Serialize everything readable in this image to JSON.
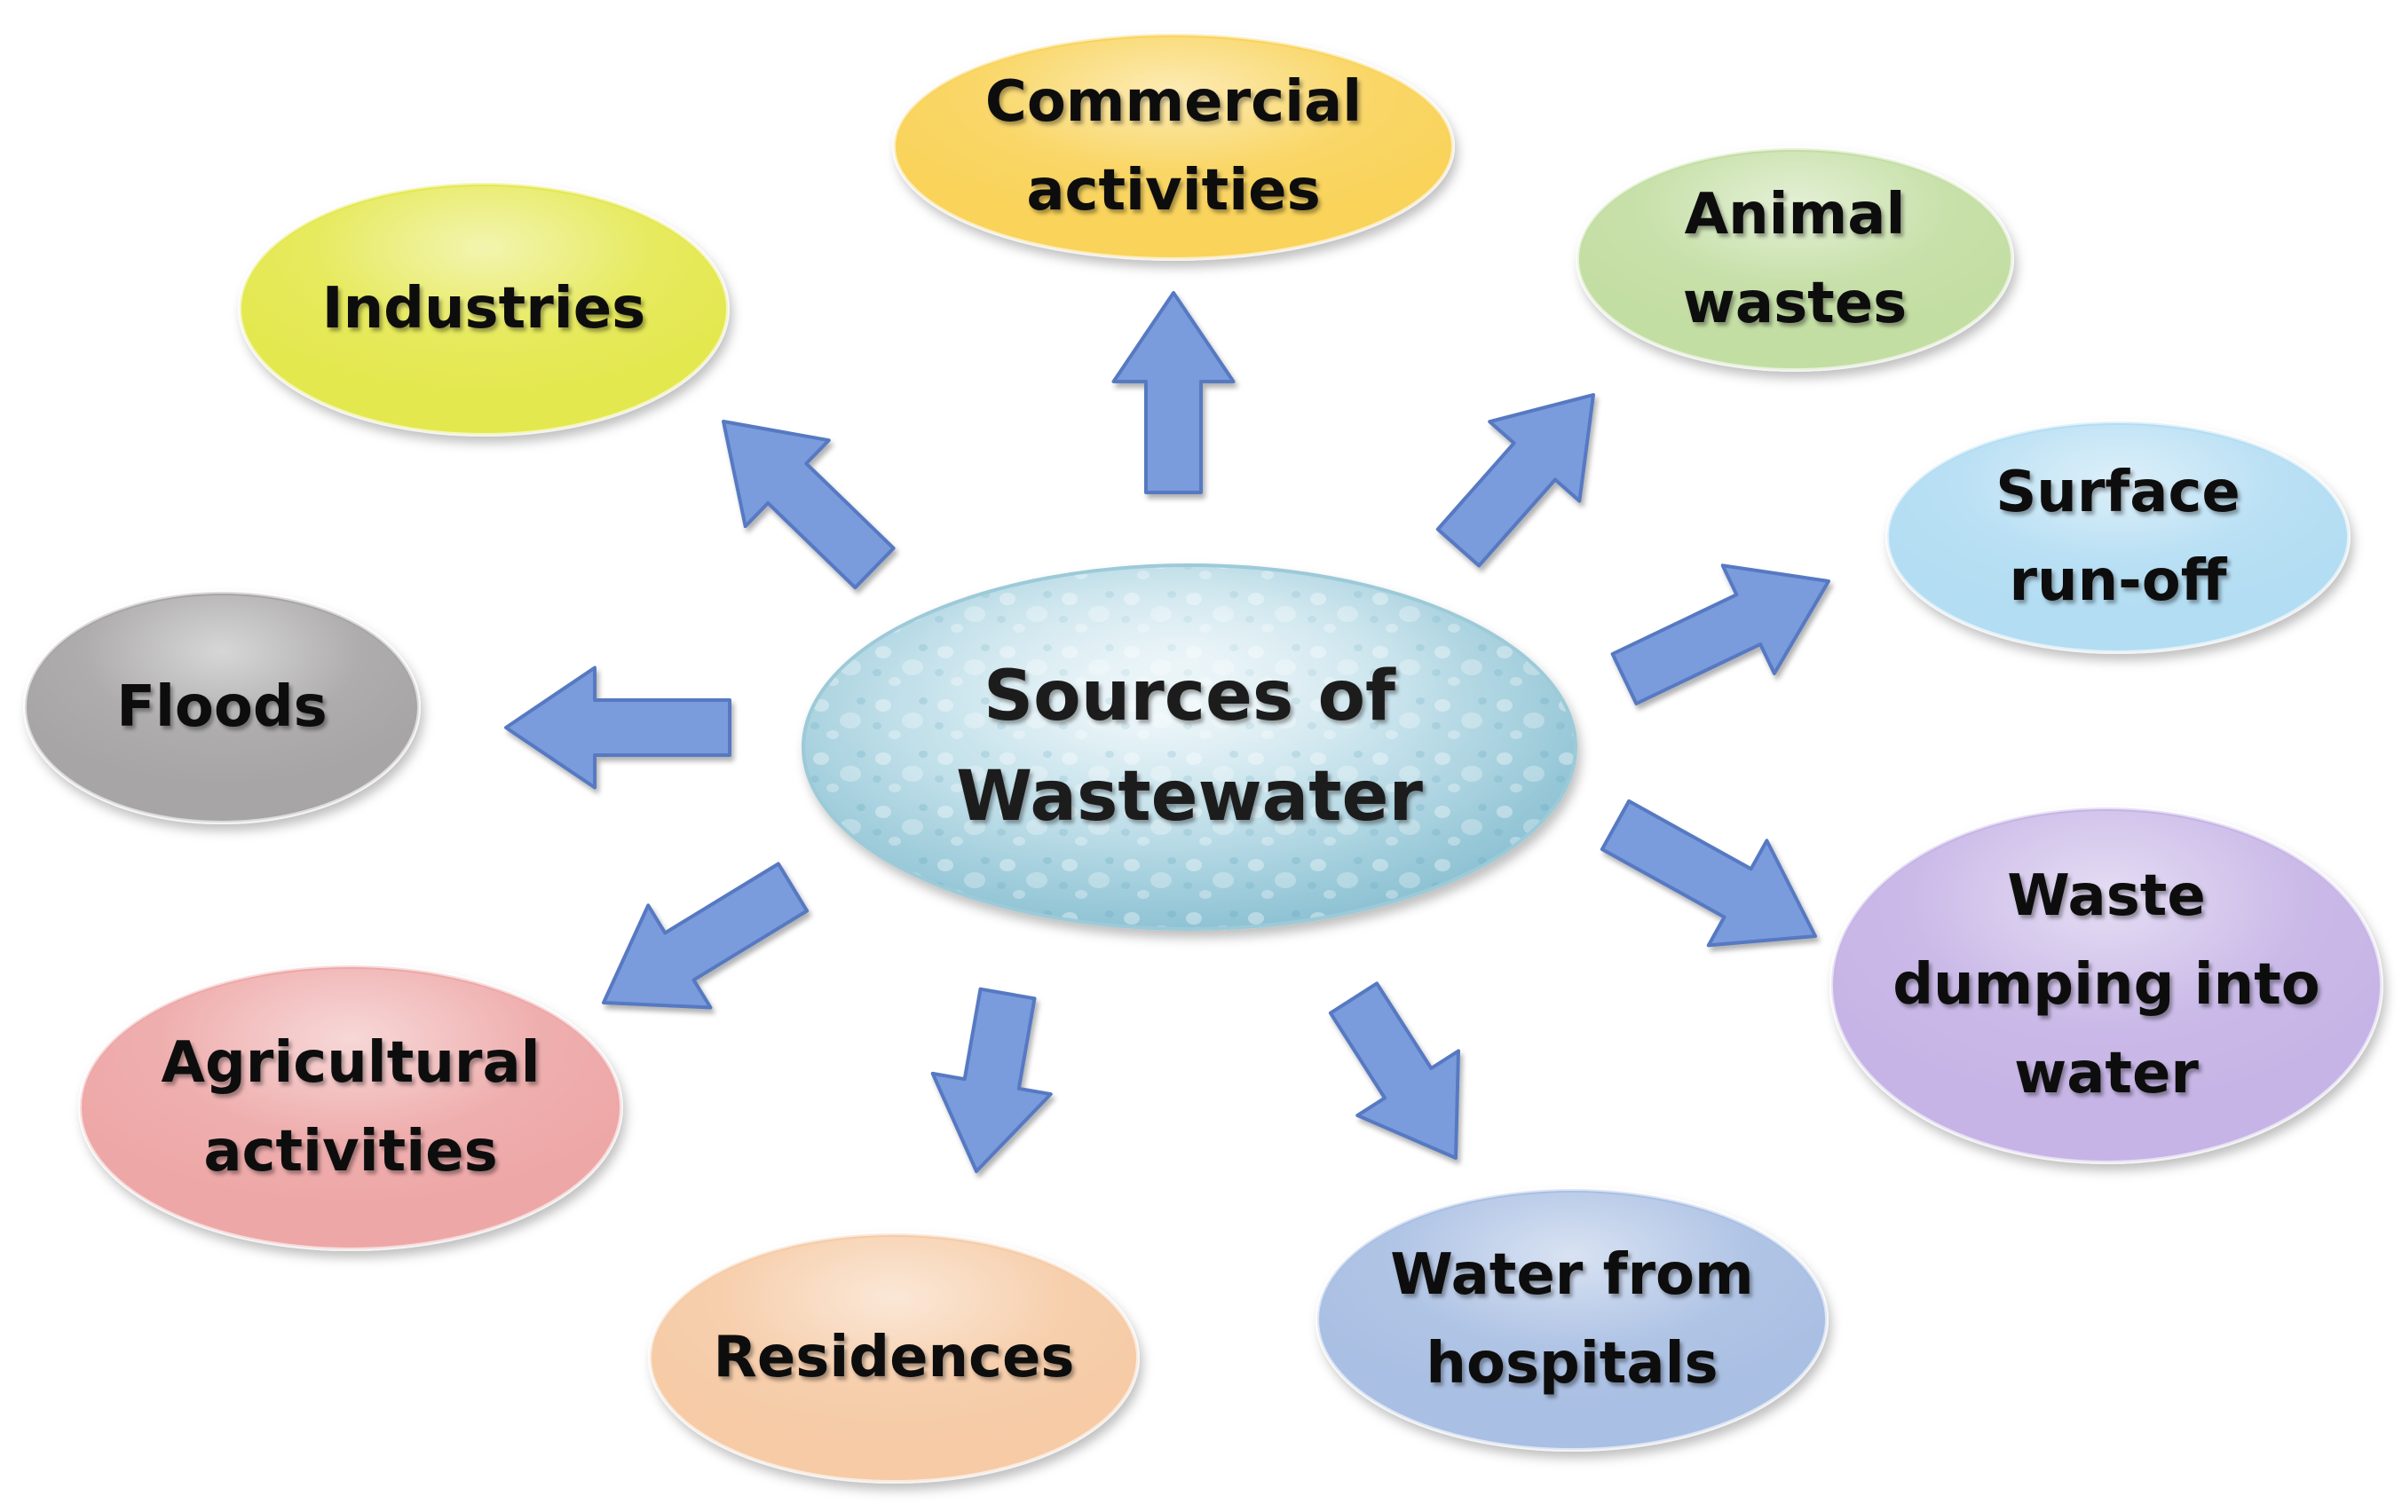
{
  "diagram": {
    "center": {
      "lines": [
        "Sources of",
        "Wastewater"
      ]
    },
    "nodes": [
      {
        "id": "commercial",
        "lines": [
          "Commercial",
          "activities"
        ],
        "color": "#f9d35a"
      },
      {
        "id": "industries",
        "lines": [
          "Industries"
        ],
        "color": "#e4e850"
      },
      {
        "id": "animal",
        "lines": [
          "Animal",
          "wastes"
        ],
        "color": "#c3dea3"
      },
      {
        "id": "surface",
        "lines": [
          "Surface",
          "run-off"
        ],
        "color": "#b3ddf3"
      },
      {
        "id": "floods",
        "lines": [
          "Floods"
        ],
        "color": "#a7a5a5"
      },
      {
        "id": "waste-dumping",
        "lines": [
          "Waste",
          "dumping into",
          "water"
        ],
        "color": "#c6b4e6"
      },
      {
        "id": "agricultural",
        "lines": [
          "Agricultural",
          "activities"
        ],
        "color": "#eea7a7"
      },
      {
        "id": "residences",
        "lines": [
          "Residences"
        ],
        "color": "#f6cba6"
      },
      {
        "id": "hospitals",
        "lines": [
          "Water from",
          "hospitals"
        ],
        "color": "#a9bfe3"
      }
    ],
    "colors": {
      "arrow_fill": "#7a9bdc",
      "arrow_stroke": "#5679c2",
      "center_fill": "#bfe0ea"
    }
  }
}
